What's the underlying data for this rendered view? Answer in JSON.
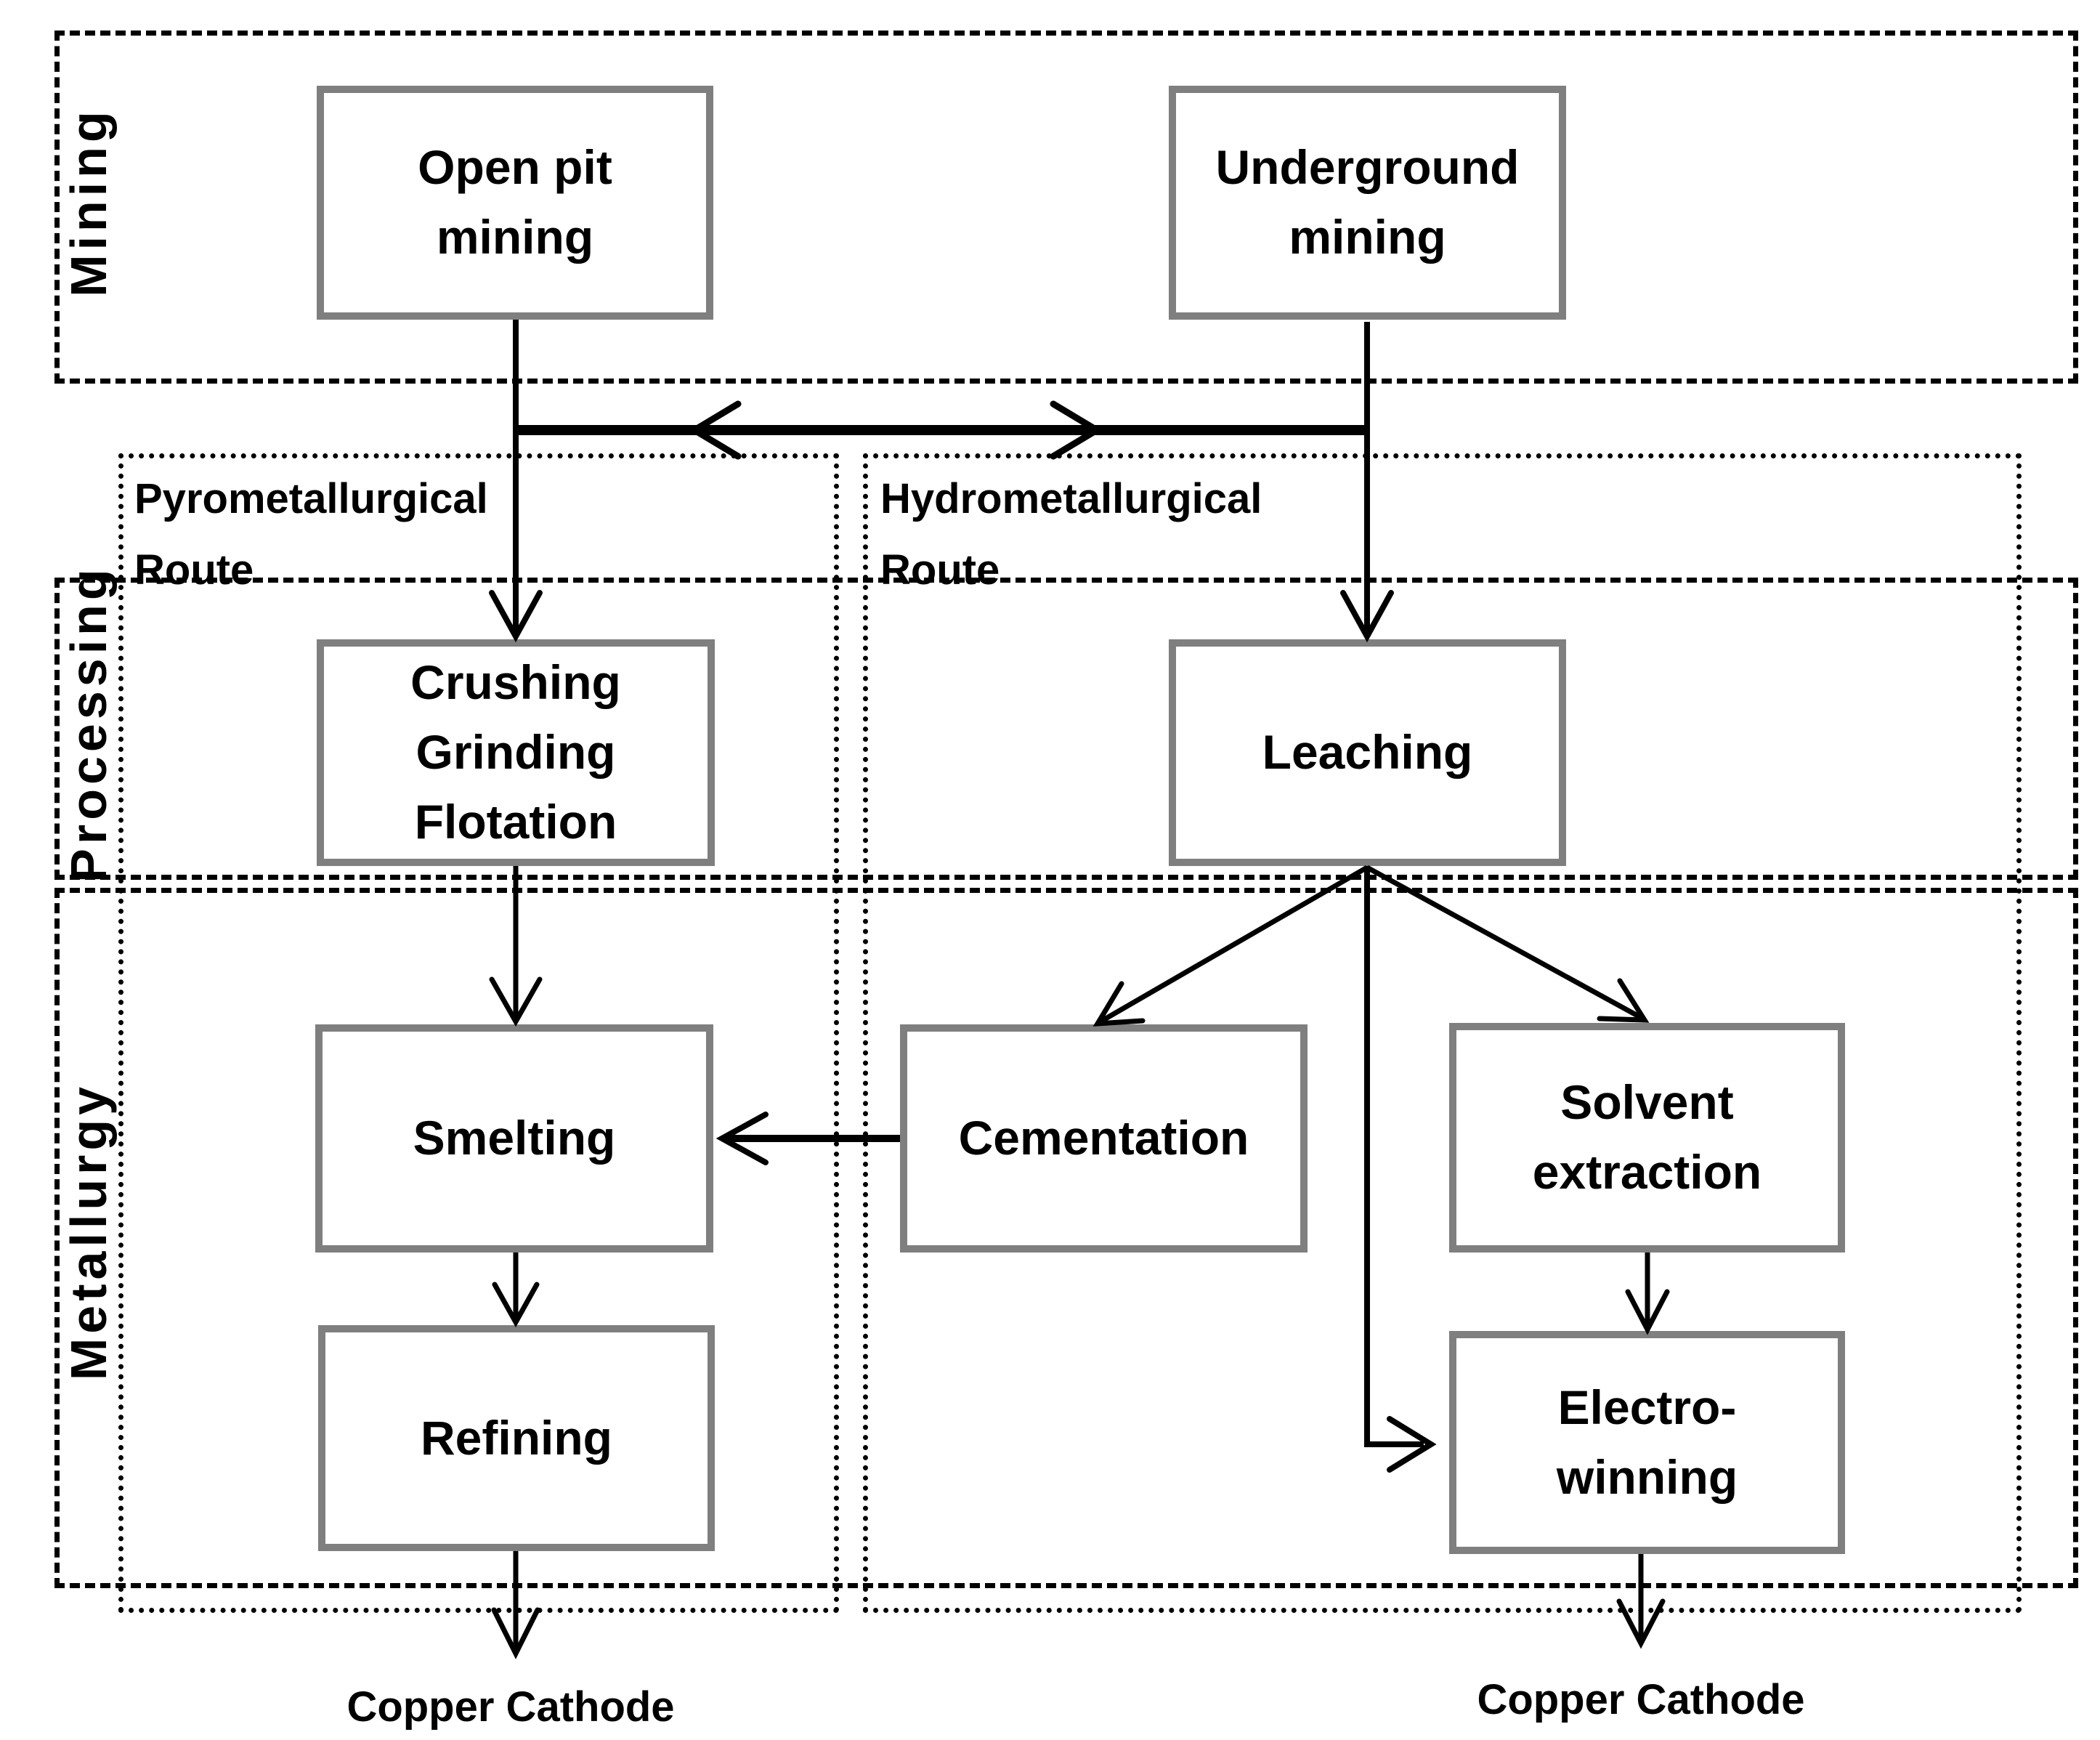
{
  "diagram": {
    "background": "#ffffff",
    "colors": {
      "box_border": "#7f7f7f",
      "line": "#000000",
      "text": "#000000"
    },
    "regions": {
      "mining": {
        "label": "Mining"
      },
      "processing": {
        "label": "Processing"
      },
      "metallurgy": {
        "label": "Metallurgy"
      }
    },
    "routes": {
      "pyrometallurgical": {
        "label": "Pyrometallurgical\nRoute"
      },
      "hydrometallurgical": {
        "label": "Hydrometallurgical\nRoute"
      }
    },
    "nodes": {
      "open_pit": {
        "label": "Open pit\nmining"
      },
      "underground": {
        "label": "Underground\nmining"
      },
      "crushing": {
        "label": "Crushing\nGrinding\nFlotation"
      },
      "leaching": {
        "label": "Leaching"
      },
      "smelting": {
        "label": "Smelting"
      },
      "cementation": {
        "label": "Cementation"
      },
      "solvent_extraction": {
        "label": "Solvent\nextraction"
      },
      "refining": {
        "label": "Refining"
      },
      "electrowinning": {
        "label": "Electro-\nwinning"
      }
    },
    "outputs": {
      "pyro_product": {
        "label": "Copper Cathode"
      },
      "hydro_product": {
        "label": "Copper Cathode"
      }
    }
  }
}
